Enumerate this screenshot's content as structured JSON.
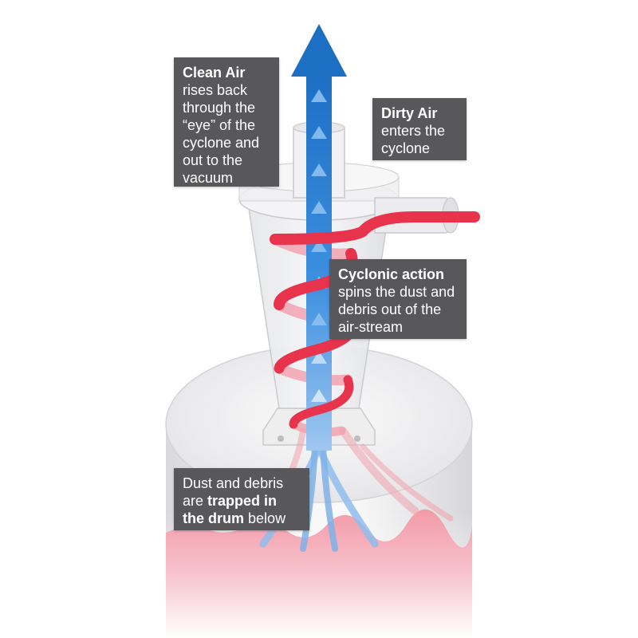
{
  "callouts": {
    "clean_air": {
      "title": "Clean Air",
      "body": "rises back through the “eye” of the cyclone and out to the vacuum"
    },
    "dirty_air": {
      "title": "Dirty Air",
      "body": "enters the cyclone"
    },
    "cyclonic_action": {
      "title": "Cyclonic action",
      "body": "spins the dust and debris out of the air-stream"
    },
    "dust_debris": {
      "text_1": "Dust and debris are",
      "bold_1": "trapped in the drum",
      "text_2": "below"
    }
  },
  "colors": {
    "clean_air_arrow": "#1d6fc4",
    "dirty_air_spiral": "#e8334d",
    "callout_bg": "#58585a",
    "debris": "#f3b6c0"
  }
}
